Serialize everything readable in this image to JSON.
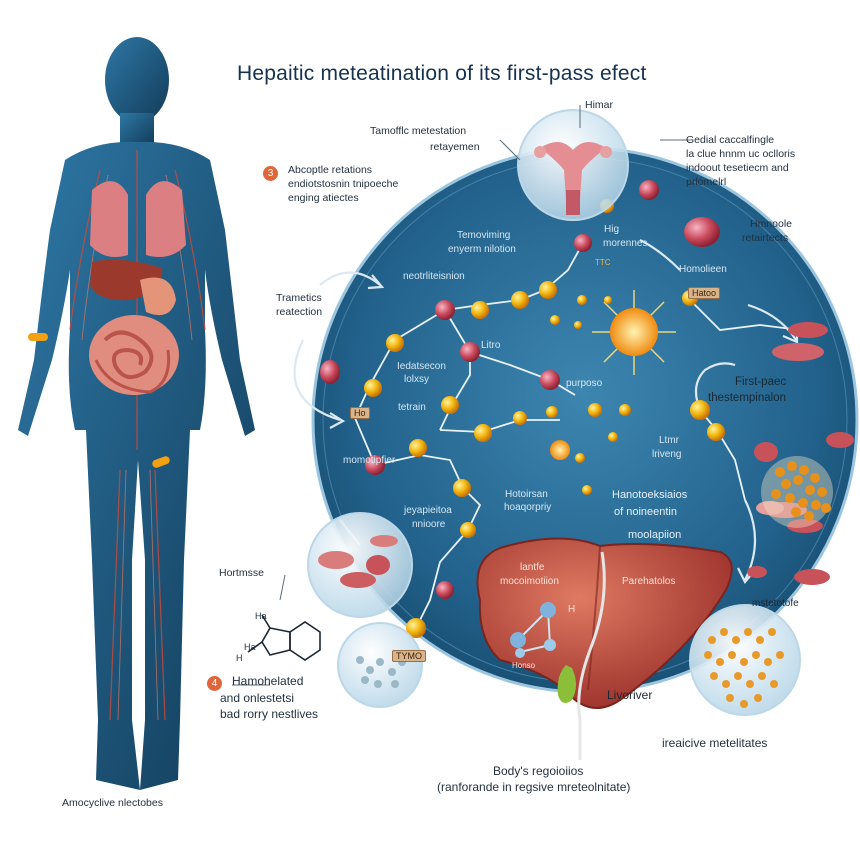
{
  "title": "Hepaitic meteatination of   its first-pass efect",
  "labels": {
    "top_callout_1": "Tamofflc metestation",
    "top_callout_2": "retayemen",
    "uterus_label": "Himar",
    "right_callout_1": "Gedial caccalfingle",
    "right_callout_2": "la clue hnnm uc oclloris",
    "right_callout_3": "indoout tesetiecm and",
    "right_callout_4": "prlomelrl",
    "absorb_1": "Abcoptle retations",
    "absorb_2": "endiotstosnin tnipoeche",
    "absorb_3": "enging atiectes",
    "transport_1": "Trametics",
    "transport_2": "reatection",
    "hormone_r": "Hmnoole",
    "hormone_r2": "retairtects",
    "hormolon": "Homolieen",
    "tag_1": "Hatoo",
    "enzyme_1": "Temoviming",
    "enzyme_2": "enyerm nilotion",
    "hig_1": "Hig",
    "hig_2": "morennes",
    "ttc": "TTC",
    "neutro": "neotrliteisnion",
    "litro": "Litro",
    "lobar_1": "Iedatsecon",
    "lobar_2": "lolxsy",
    "tetrain": "tetrain",
    "tag_2": "Ho",
    "purpose": "purposo",
    "first_pass_1": "First-paec",
    "first_pass_2": "thestempinalon",
    "mono": "momotipfier",
    "lrnv_1": "Ltmr",
    "lrnv_2": "lriveng",
    "jeyapi_1": "jeyapieitoa",
    "jeyapi_2": "nnioore",
    "hb_1": "Hotoirsan",
    "hb_2": "hoaqorpriy",
    "homolo_1": "Hanotoeksiaios",
    "homolo_2": "of  noineentin",
    "homolo_3": "moolapiion",
    "liver_label_1": "lantfe",
    "liver_label_2": "mocoimotiion",
    "liver_right": "Parehatolos",
    "liver_h": "H",
    "liver_small": "Honso",
    "livriver": "Livoriver",
    "metabolite_right": "mstetotofe",
    "hormase": "Hortmsse",
    "chem_ha_1": "Ha",
    "chem_ha_2": "Ha",
    "chem_h": "H",
    "tag_3": "TYMO",
    "stage4_1": "Hamohelated",
    "stage4_2": "and onlestetsi",
    "stage4_3": "bad rorry nestlives",
    "bottom_right": "ireaicive metelitates",
    "bottom_center_1": "Body's regoioiios",
    "bottom_center_2": "(ranforande in regsive mreteolnitate)",
    "bottom_left": "Amocyclive nlectobes"
  },
  "badges": {
    "step_3": "3",
    "step_4": "4"
  },
  "colors": {
    "circle_bg": "#1f5a82",
    "body": "#1b4f73",
    "liver": "#b8453a",
    "molecule_yellow": "#f1b512",
    "molecule_red": "#c9485b",
    "accent": "#e0653a"
  }
}
